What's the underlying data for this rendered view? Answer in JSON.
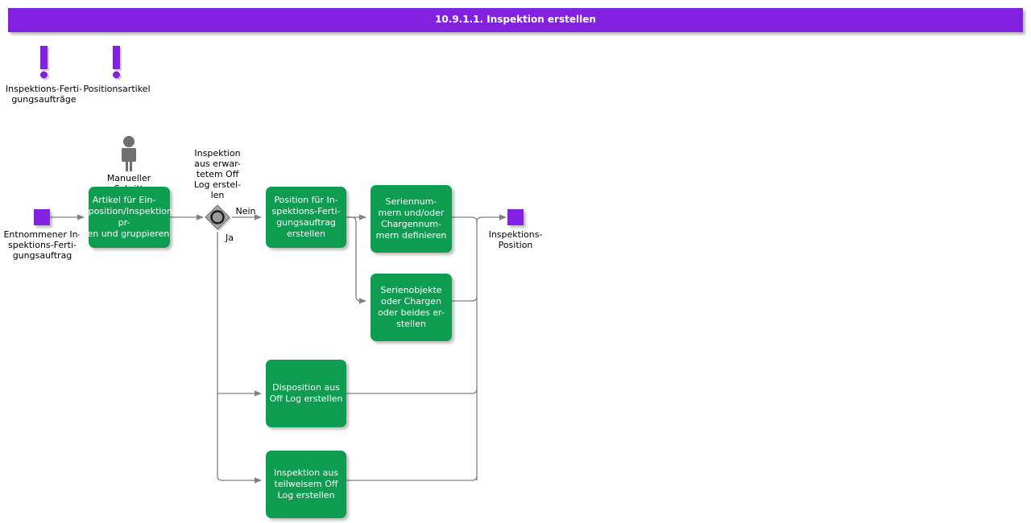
{
  "header": {
    "title": "10.9.1.1. Inspektion erstellen",
    "bar_color": "#8222e0",
    "text_color": "#ffffff"
  },
  "theme": {
    "task_fill": "#0d9c50",
    "task_text": "#ffffff",
    "data_object_fill": "#8222e0",
    "gateway_fill": "#a0a0a0",
    "connector": "#808080",
    "canvas": "#ffffff"
  },
  "annotations": [
    {
      "id": "note-inspektions-fertigungsauftraege",
      "icon": "exclamation-icon",
      "label": "Inspektions-Ferti-\ngungsaufträge"
    },
    {
      "id": "note-positionsartikel",
      "icon": "exclamation-icon",
      "label": "Positionsartikel"
    }
  ],
  "manual_step": {
    "icon": "person-icon",
    "label": "Manueller\nSchritt"
  },
  "start_event": {
    "id": "start-entnommener-auftrag",
    "icon": "data-object-icon",
    "label": "Entnommener In-\nspektions-Ferti-\ngungsauftrag"
  },
  "end_event": {
    "id": "end-inspektions-position",
    "icon": "data-object-icon",
    "label": "Inspektions-\nPosition"
  },
  "gateway": {
    "id": "gateway-off-log",
    "type": "inclusive-gateway",
    "label": "Inspektion\naus erwar-\ntetem Off\nLog erstel-\nlen",
    "branches": [
      {
        "id": "branch-nein",
        "label": "Nein"
      },
      {
        "id": "branch-ja",
        "label": "Ja"
      }
    ]
  },
  "tasks": [
    {
      "id": "task-artikel-pruefen",
      "label": "Artikel für Ein-\nzelposition/Inspektion pr-\nüfen und gruppieren"
    },
    {
      "id": "task-position-erstellen",
      "label": "Position für In-\nspektions-Ferti-\ngungsauftrag\nerstellen"
    },
    {
      "id": "task-seriennummern",
      "label": "Seriennum-\nmern und/oder\nChargennum-\nmern definieren"
    },
    {
      "id": "task-serienobjekte",
      "label": "Serienobjekte\noder Chargen\noder beides er-\nstellen"
    },
    {
      "id": "task-disposition",
      "label": "Disposition aus\nOff Log erstellen"
    },
    {
      "id": "task-inspektion-teilweise",
      "label": "Inspektion aus\nteilweisem Off\nLog erstellen"
    }
  ]
}
